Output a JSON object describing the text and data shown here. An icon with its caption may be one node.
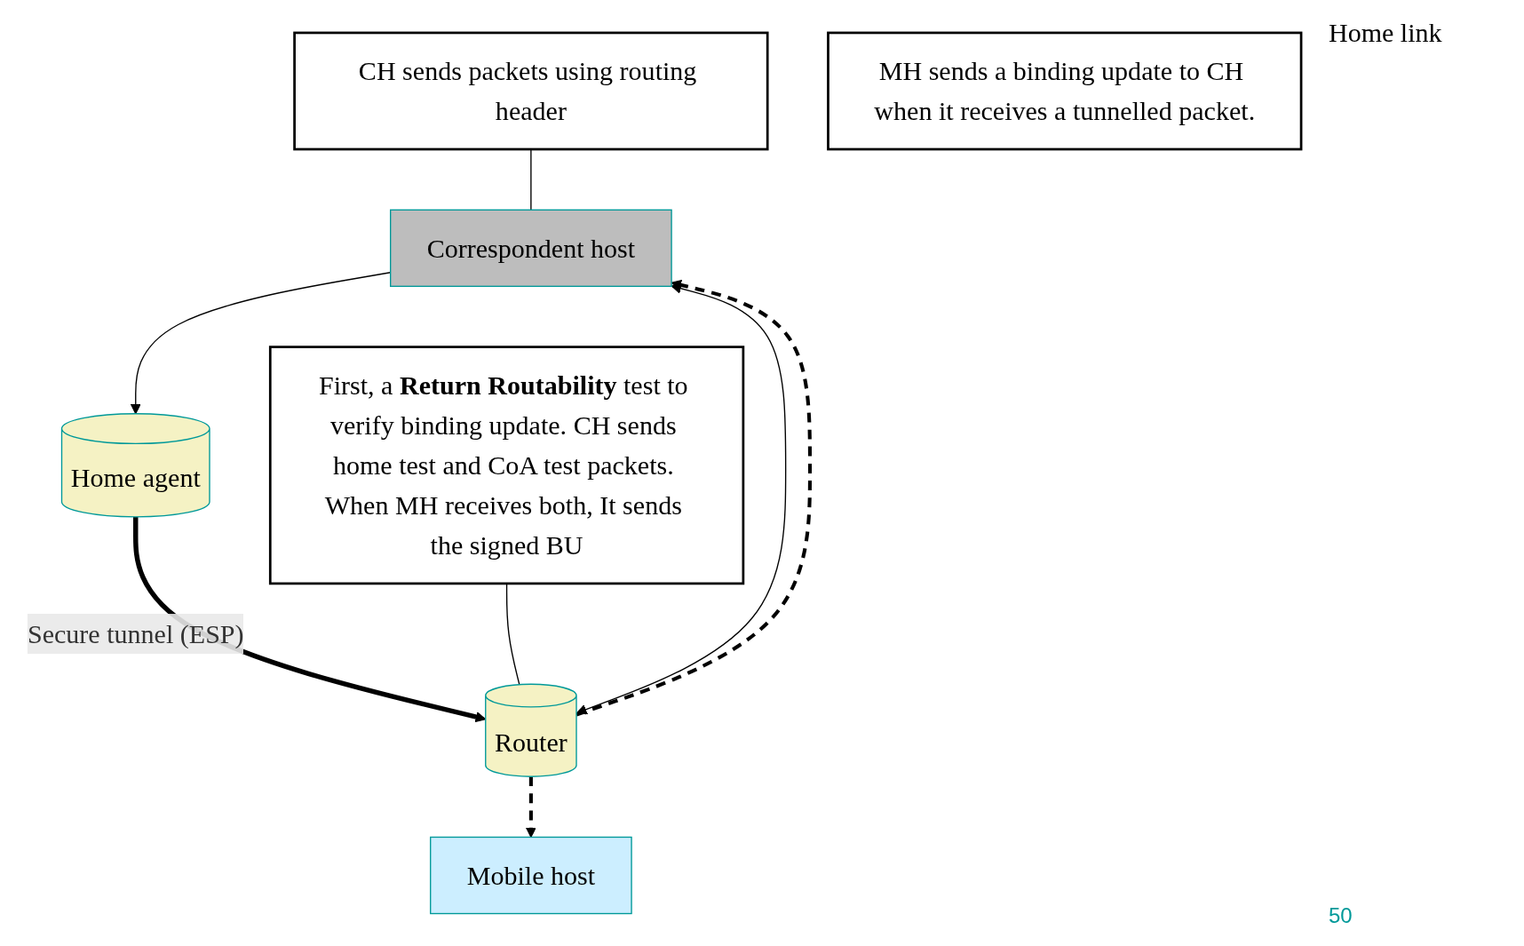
{
  "diagram": {
    "nodes": [
      {
        "text": [
          "Correspondent host"
        ]
      },
      {
        "text": [
          "Home agent"
        ]
      },
      {
        "text": [
          "Router"
        ]
      },
      {
        "text": [
          "Mobile host"
        ]
      },
      {
        "text": [
          "CH sends packets using routing header"
        ]
      },
      {
        "text": [
          "First, a **Return Routability** test to verify binding update. CH sends home test and CoA test packets. When MH receives both, It sends the signed BU"
        ]
      },
      {
        "text": [
          "MH sends a binding update to CH when it receives a tunnelled packet."
        ]
      }
    ],
    "edges": [
      {
        "from": 0,
        "to": 1,
        "arrow": "to"
      },
      {
        "from": 1,
        "to": 2,
        "arrow": "to",
        "label": "Secure tunnel (ESP)",
        "style": "thick"
      },
      {
        "from": 2,
        "to": 0,
        "arrow": "both"
      },
      {
        "from": 2,
        "to": 0,
        "arrow": "to",
        "style": "dashed"
      },
      {
        "from": 2,
        "to": 3,
        "arrow": "to",
        "style": "dashed"
      },
      {
        "from": 4,
        "to": 0,
        "arrow": "none"
      },
      {
        "from": 5,
        "to": 2,
        "arrow": "none"
      }
    ],
    "labels": [
      "Home link",
      "50"
    ]
  }
}
